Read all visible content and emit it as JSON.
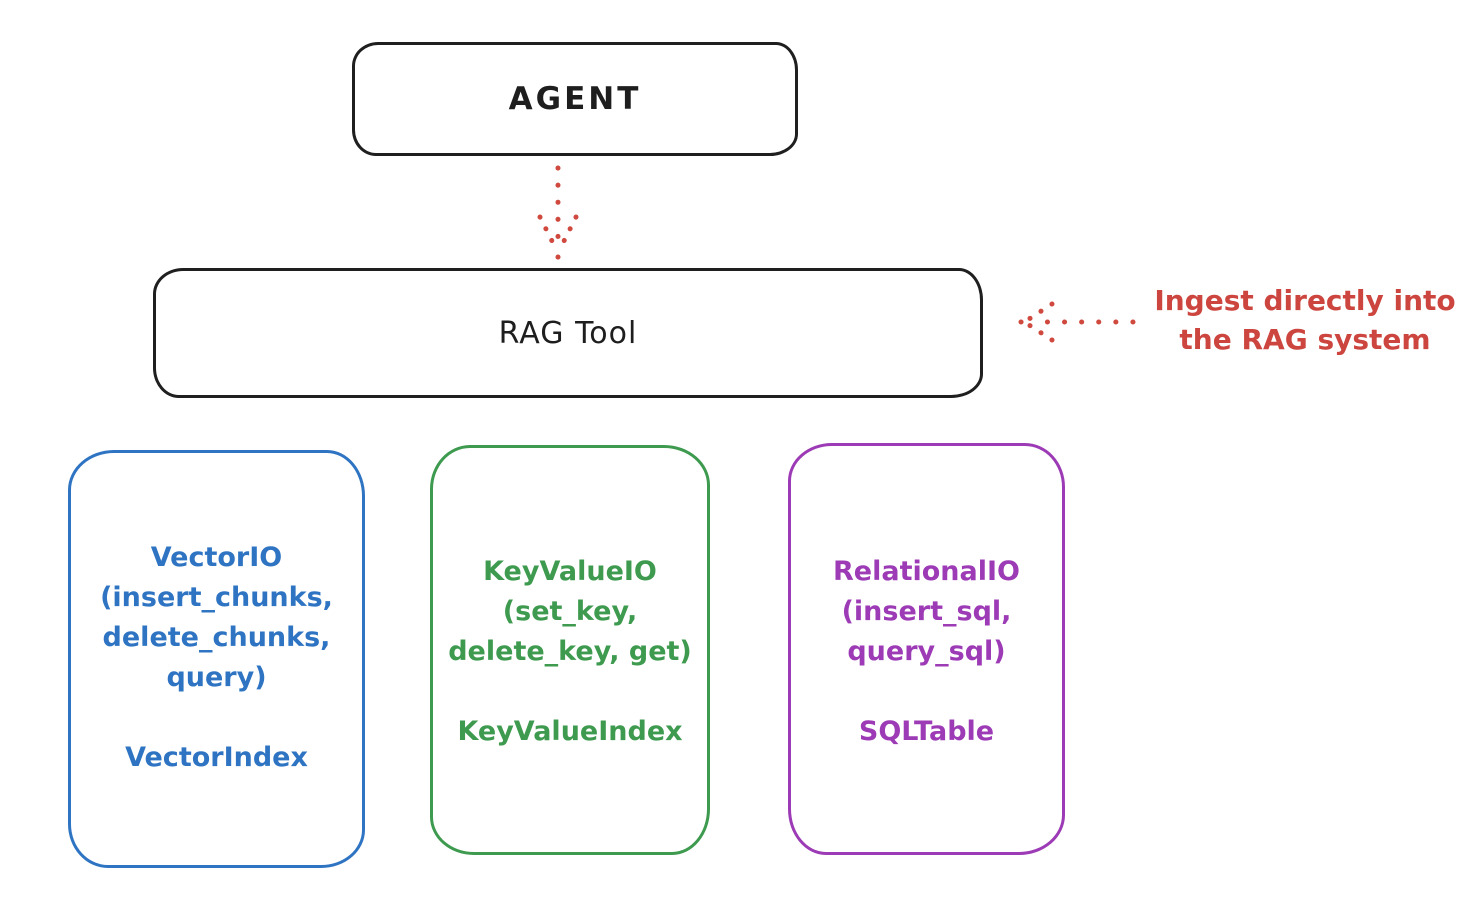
{
  "diagram": {
    "nodes": {
      "agent": {
        "label": "AGENT"
      },
      "rag_tool": {
        "label": "RAG Tool"
      }
    },
    "annotation": {
      "line1": "Ingest directly into",
      "line2": "the RAG system"
    },
    "cards": [
      {
        "name": "vector-io",
        "lines": [
          "VectorIO",
          "(insert_chunks,",
          "delete_chunks,",
          "query)"
        ],
        "index_class": "VectorIndex"
      },
      {
        "name": "key-value-io",
        "lines": [
          "KeyValueIO",
          "(set_key,",
          "delete_key, get)"
        ],
        "index_class": "KeyValueIndex"
      },
      {
        "name": "relational-io",
        "lines": [
          "RelationalIO",
          "(insert_sql,",
          "query_sql)"
        ],
        "index_class": "SQLTable"
      }
    ],
    "colors": {
      "stroke_black": "#1f1f1f",
      "arrow_red": "#d0493f",
      "annotation_red": "#cc453e",
      "vector_blue": "#2e74c2",
      "keyvalue_green": "#3d9a4e",
      "relational_purple": "#9c3bb5"
    }
  }
}
